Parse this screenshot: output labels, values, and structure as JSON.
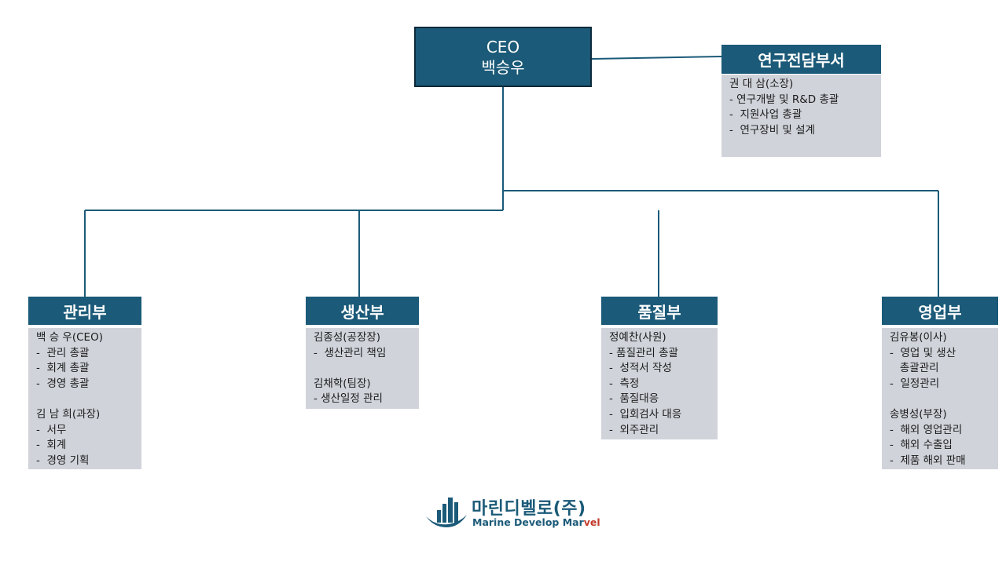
{
  "colors": {
    "header": "#1b5a78",
    "panel": "#d0d3da",
    "line": "#1b5a78",
    "accent": "#c0392b"
  },
  "ceo": {
    "line1": "CEO",
    "line2": "백승우"
  },
  "rnd": {
    "title": "연구전담부서",
    "lines": [
      "권 대 삼(소장)",
      "- 연구개발 및 R&D 총괄",
      "-  지원사업 총괄",
      "-  연구장비 및 설계"
    ]
  },
  "management": {
    "title": "관리부",
    "lines": [
      "백 승 우(CEO)",
      "-  관리 총괄",
      "-  회계 총괄",
      "-  경영 총괄",
      "",
      "김 남 희(과장)",
      "-  서무",
      "-  회계",
      "-  경영 기획"
    ]
  },
  "production": {
    "title": "생산부",
    "lines": [
      "김종성(공장장)",
      "-  생산관리 책임",
      "",
      "김채학(팀장)",
      "- 생산일정 관리"
    ]
  },
  "quality": {
    "title": "품질부",
    "lines": [
      "정예찬(사원)",
      "- 품질관리 총괄",
      "-  성적서 작성",
      "-  측정",
      "-  품질대응",
      "-  입회검사 대응",
      "-  외주관리"
    ]
  },
  "sales": {
    "title": "영업부",
    "lines": [
      "김유봉(이사)",
      "-  영업 및 생산",
      "   총괄관리",
      "-  일정관리",
      "",
      "송병성(부장)",
      "-  해외 영업관리",
      "-  해외 수출입",
      "-  제품 해외 판매"
    ]
  },
  "logo": {
    "korean": "마린디벨로(주)",
    "english_prefix": "Marine Develop Mar",
    "english_accent": "vel",
    "icon": "buildings-wave-icon"
  }
}
